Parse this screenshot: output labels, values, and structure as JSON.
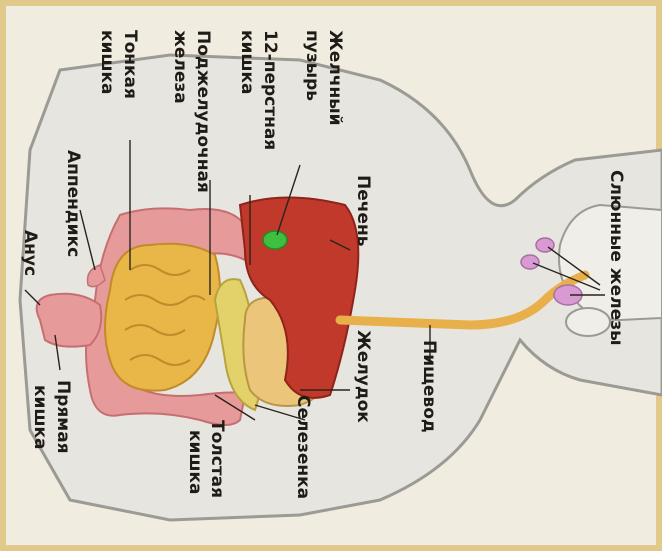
{
  "labels": {
    "salivary_glands": "Слюнные железы",
    "esophagus": "Пищевод",
    "liver": "Печень",
    "stomach": "Желудок",
    "spleen": "Селезенка",
    "colon_line1": "Толстая",
    "colon_line2": "кишка",
    "gallbladder_line1": "Желчный",
    "gallbladder_line2": "пузырь",
    "duodenum_line1": "12-перстная",
    "duodenum_line2": "кишка",
    "pancreas_line1": "Поджелудочная",
    "pancreas_line2": "железа",
    "small_intestine_line1": "Тонкая",
    "small_intestine_line2": "кишка",
    "appendix": "Аппендикс",
    "rectum_line1": "Прямая",
    "rectum_line2": "кишка",
    "anus": "Анус"
  },
  "colors": {
    "body_fill": "#e7e5df",
    "body_outline": "#9c9a94",
    "liver": "#c0392b",
    "gallbladder": "#3fbf3f",
    "esophagus": "#e8b04a",
    "stomach": "#ebc57a",
    "pancreas": "#e3d26a",
    "small_intestine": "#e9b648",
    "colon": "#e79a9a",
    "salivary": "#d99ad3"
  }
}
